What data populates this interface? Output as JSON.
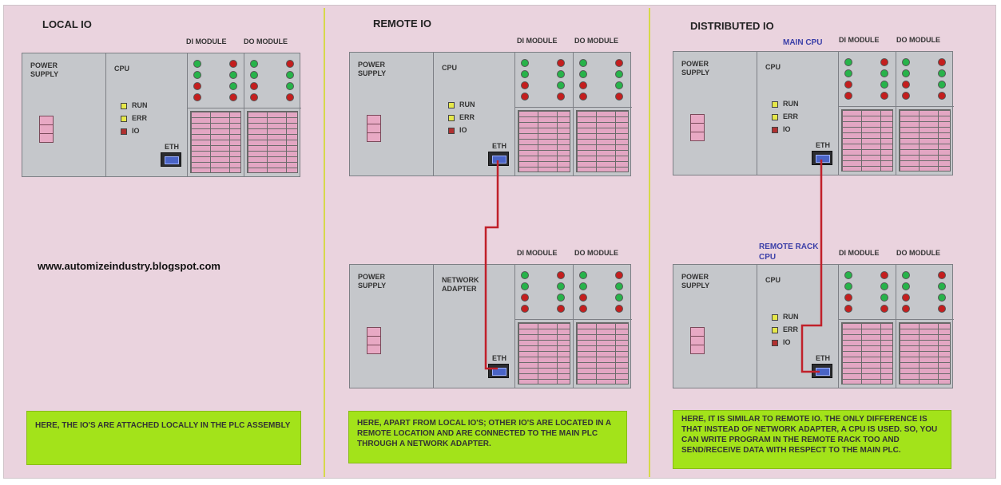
{
  "website": "www.automizeindustry.blogspot.com",
  "colors": {
    "led_green": "#27b34a",
    "led_red": "#c41e1e",
    "run_led": "#e6e84a",
    "io_led": "#b03030",
    "cable": "#c0202a",
    "note_box": "#a3e31a"
  },
  "panels": [
    {
      "title": "LOCAL IO",
      "note": "HERE, THE IO'S ARE ATTACHED LOCALLY IN THE PLC ASSEMBLY",
      "racks": [
        {
          "ps_label": "POWER SUPPLY",
          "cpu_label": "CPU",
          "status": [
            "RUN",
            "ERR",
            "IO"
          ],
          "eth": "ETH",
          "di": "DI MODULE",
          "do": "DO MODULE"
        }
      ]
    },
    {
      "title": "REMOTE IO",
      "note": "HERE, APART FROM LOCAL IO'S; OTHER IO'S ARE LOCATED IN A REMOTE LOCATION AND ARE CONNECTED TO THE MAIN PLC THROUGH A NETWORK ADAPTER.",
      "racks": [
        {
          "ps_label": "POWER SUPPLY",
          "cpu_label": "CPU",
          "status": [
            "RUN",
            "ERR",
            "IO"
          ],
          "eth": "ETH",
          "di": "DI MODULE",
          "do": "DO MODULE"
        },
        {
          "ps_label": "POWER SUPPLY",
          "cpu_label": "NETWORK ADAPTER",
          "status": [],
          "eth": "ETH",
          "di": "DI MODULE",
          "do": "DO MODULE"
        }
      ]
    },
    {
      "title": "DISTRIBUTED IO",
      "note": "HERE, IT IS SIMILAR TO REMOTE IO. THE ONLY DIFFERENCE IS THAT INSTEAD OF NETWORK ADAPTER, A CPU IS USED. SO, YOU CAN WRITE PROGRAM IN THE REMOTE RACK TOO AND SEND/RECEIVE DATA WITH RESPECT TO THE MAIN PLC.",
      "main_cpu_label": "MAIN CPU",
      "remote_cpu_label": "REMOTE RACK CPU",
      "racks": [
        {
          "ps_label": "POWER SUPPLY",
          "cpu_label": "CPU",
          "status": [
            "RUN",
            "ERR",
            "IO"
          ],
          "eth": "ETH",
          "di": "DI MODULE",
          "do": "DO MODULE"
        },
        {
          "ps_label": "POWER SUPPLY",
          "cpu_label": "CPU",
          "status": [
            "RUN",
            "ERR",
            "IO"
          ],
          "eth": "ETH",
          "di": "DI MODULE",
          "do": "DO MODULE"
        }
      ]
    }
  ]
}
